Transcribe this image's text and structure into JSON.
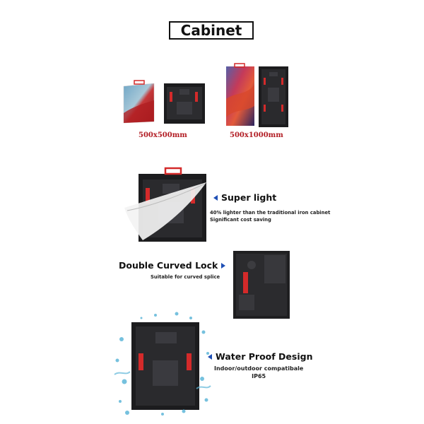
{
  "header": {
    "title": "Cabinet"
  },
  "sizes": [
    {
      "label": "500x500mm"
    },
    {
      "label": "500x1000mm"
    }
  ],
  "features": {
    "super_light": {
      "title": "Super light",
      "line1": "40% lighter than the traditional iron cabinet",
      "line2": "Significant cost saving"
    },
    "curved_lock": {
      "title": "Double Curved Lock",
      "line1": "Suitable for curved splice"
    },
    "water_proof": {
      "title": "Water Proof Design",
      "line1": "Indoor/outdoor compatibale",
      "line2": "IP65"
    }
  },
  "colors": {
    "accent_red": "#b21d24",
    "pointer_blue": "#1f4fb5",
    "cabinet_dark": "#1c1c1e",
    "handle_red": "#d42a2a"
  }
}
